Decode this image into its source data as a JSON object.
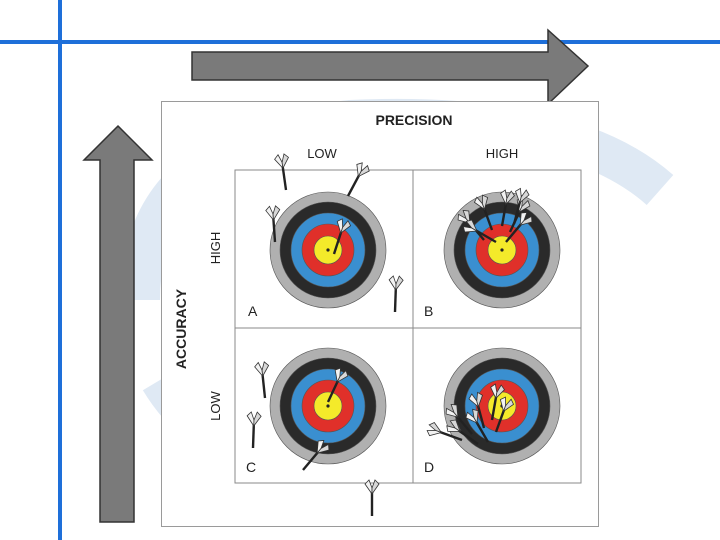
{
  "diagram": {
    "title": "PRECISION",
    "precision_low": "LOW",
    "precision_high": "HIGH",
    "accuracy_label": "ACCURACY",
    "accuracy_high": "HIGH",
    "accuracy_low": "LOW",
    "quadrants": [
      {
        "letter": "A"
      },
      {
        "letter": "B"
      },
      {
        "letter": "C"
      },
      {
        "letter": "D"
      }
    ]
  },
  "colors": {
    "slide_accent": "#1e6fd9",
    "arrow_fill": "#7a7a7a",
    "ring_outer": "#b0b0b0",
    "ring_black": "#2a2a2a",
    "ring_blue": "#3a8fd0",
    "ring_red": "#e0302a",
    "ring_yellow": "#f4ea2a"
  }
}
